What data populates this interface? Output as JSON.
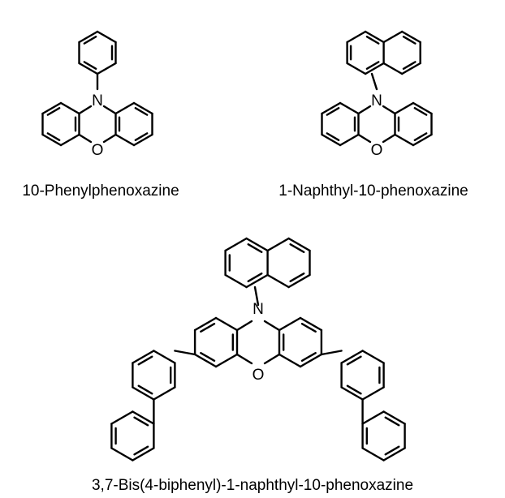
{
  "molecules": [
    {
      "caption": "10-Phenylphenoxazine",
      "atoms": {
        "n": "N",
        "o": "O"
      }
    },
    {
      "caption": "1-Naphthyl-10-phenoxazine",
      "atoms": {
        "n": "N",
        "o": "O"
      }
    },
    {
      "caption": "3,7-Bis(4-biphenyl)-1-naphthyl-10-phenoxazine",
      "atoms": {
        "n": "N",
        "o": "O"
      }
    }
  ],
  "colors": {
    "ink": "#000000",
    "background": "#ffffff"
  }
}
